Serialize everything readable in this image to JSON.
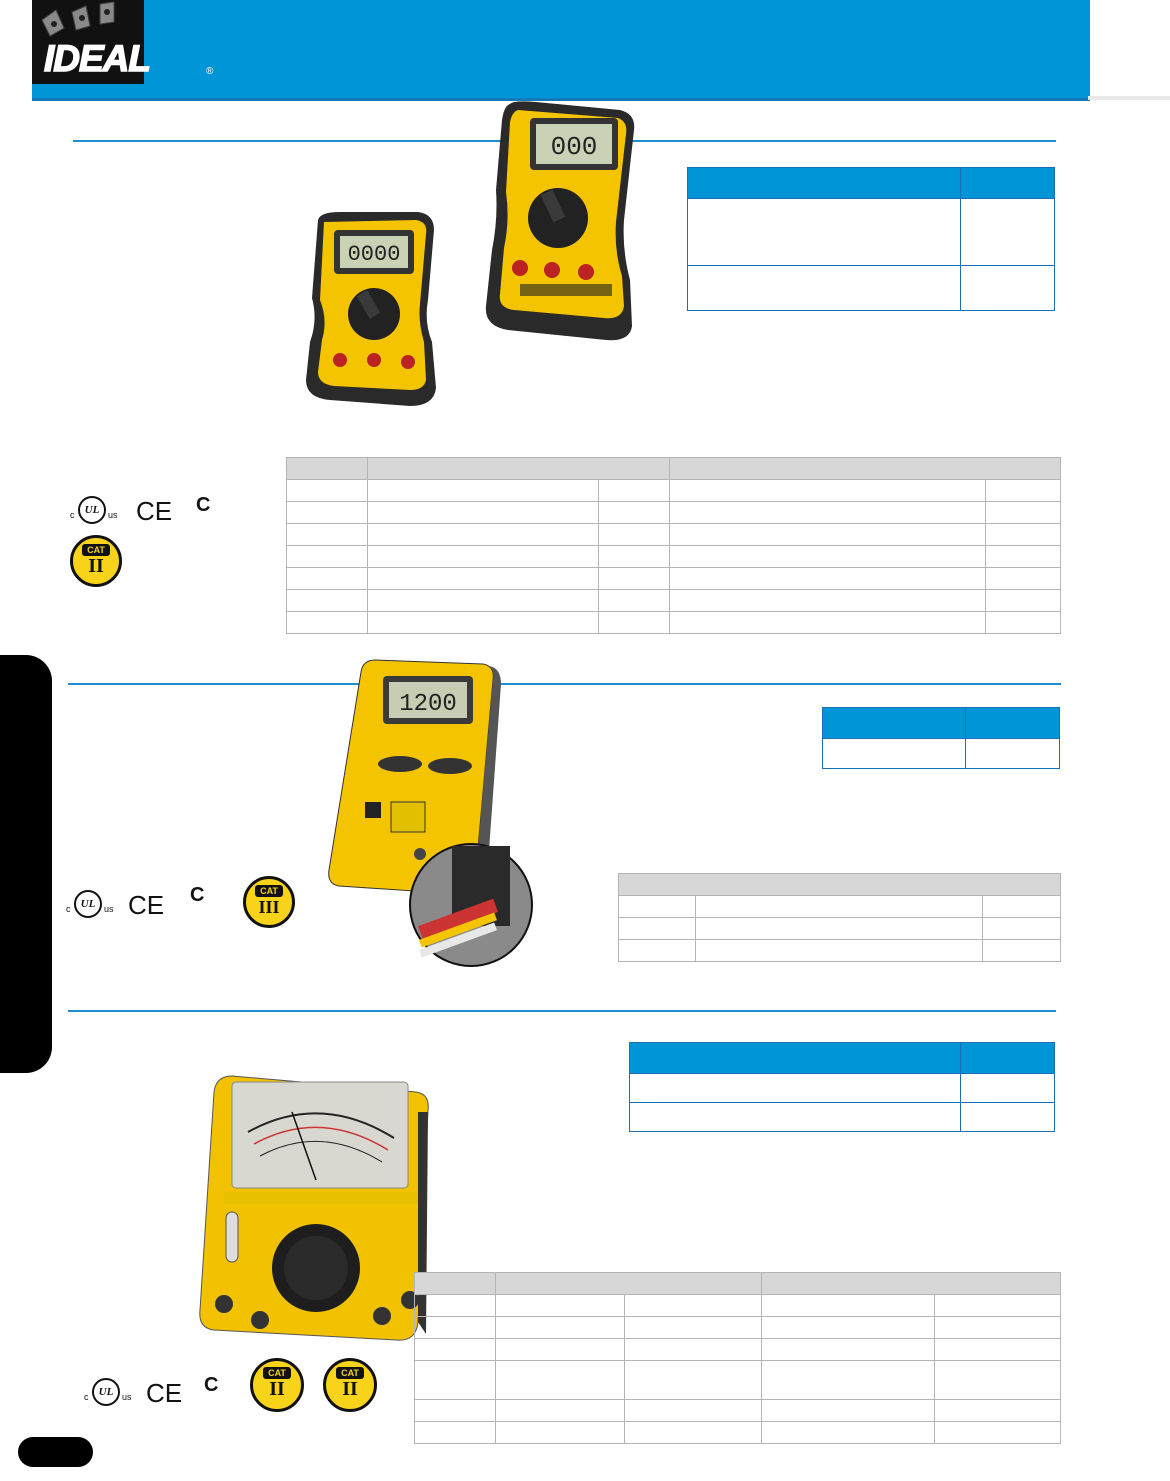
{
  "brand": {
    "logo_text": "IDEAL",
    "reg_mark": "®"
  },
  "certifications": {
    "ul_c": "c",
    "ul_mark": "UL",
    "ul_us": "us",
    "ce": "CE",
    "ctick": "C",
    "cat_label": "CAT",
    "cat_ii": "II",
    "cat_iii": "III"
  },
  "colors": {
    "header_blue": "#0095d6",
    "rule_blue": "#1b8fcf",
    "meter_yellow": "#f5c400",
    "meter_black": "#222222",
    "spec_header_gray": "#d7d7d7"
  },
  "icons": [
    "ul-listed-icon",
    "ce-mark-icon",
    "c-tick-icon",
    "cat-ii-badge",
    "cat-iii-badge"
  ],
  "meter_display": {
    "section2_lcd": "1200"
  }
}
